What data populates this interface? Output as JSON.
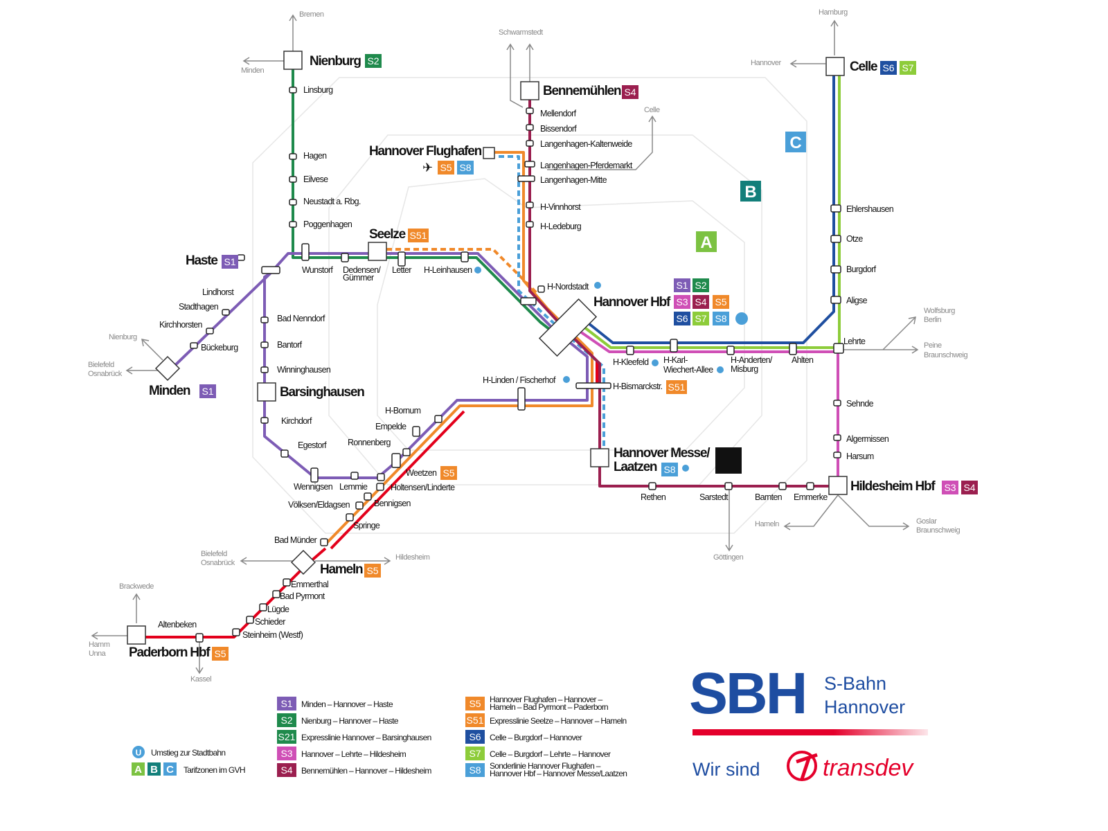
{
  "colors": {
    "S1": "#7d5cb5",
    "S2": "#1f8a4c",
    "S21": "#1f8a4c",
    "S3": "#cf4fb6",
    "S4": "#9b1f4f",
    "S5": "#f0892a",
    "S51": "#f0892a",
    "S6": "#1f4fa0",
    "S7": "#8dcc3a",
    "S8": "#4a9fd8",
    "zoneA": "#7cc242",
    "zoneB": "#137f7a",
    "zoneC": "#4a9fd8",
    "brand_blue": "#1e4da1",
    "brand_red": "#e4002b"
  },
  "zones": {
    "A": "A",
    "B": "B",
    "C": "C"
  },
  "stations": {
    "nienburg": "Nienburg",
    "linsburg": "Linsburg",
    "hagen": "Hagen",
    "eilvese": "Eilvese",
    "neustadt": "Neustadt a. Rbg.",
    "poggenhagen": "Poggenhagen",
    "haste": "Haste",
    "lindhorst": "Lindhorst",
    "stadthagen": "Stadthagen",
    "kirchhorsten": "Kirchhorsten",
    "bueckeburg": "Bückeburg",
    "minden": "Minden",
    "bad_nenndorf": "Bad Nenndorf",
    "bantorf": "Bantorf",
    "winninghausen": "Winninghausen",
    "barsinghausen": "Barsinghausen",
    "kirchdorf": "Kirchdorf",
    "egestorf": "Egestorf",
    "wennigsen": "Wennigsen",
    "lemmie": "Lemmie",
    "weetzen": "Weetzen",
    "holtensen": "Holtensen/Linderte",
    "voelksen": "Völksen/Eldagsen",
    "bennigsen": "Bennigsen",
    "springe": "Springe",
    "bad_muender": "Bad Münder",
    "hameln": "Hameln",
    "emmerthal": "Emmerthal",
    "bad_pyrmont": "Bad Pyrmont",
    "luegde": "Lügde",
    "schieder": "Schieder",
    "steinheim": "Steinheim (Westf)",
    "altenbeken": "Altenbeken",
    "paderborn": "Paderborn Hbf",
    "h_bornum": "H-Bornum",
    "empelde": "Empelde",
    "ronnenberg": "Ronnenberg",
    "wunstorf": "Wunstorf",
    "dedensen1": "Dedensen/",
    "dedensen2": "Gümmer",
    "letter": "Letter",
    "h_leinhausen": "H-Leinhausen",
    "seelze": "Seelze",
    "flughafen": "Hannover Flughafen",
    "bennemuehlen": "Bennemühlen",
    "mellendorf": "Mellendorf",
    "bissendorf": "Bissendorf",
    "kaltenweide": "Langenhagen-Kaltenweide",
    "pferdemarkt": "Langenhagen-Pferdemarkt",
    "lh_mitte": "Langenhagen-Mitte",
    "vinnhorst": "H-Vinnhorst",
    "ledeburg": "H-Ledeburg",
    "nordstadt": "H-Nordstadt",
    "hbf": "Hannover Hbf",
    "h_linden": "H-Linden / Fischerhof",
    "h_bismarck": "H-Bismarckstr.",
    "h_kleefeld": "H-Kleefeld",
    "karl1": "H-Karl-",
    "karl2": "Wiechert-Allee",
    "anderten1": "H-Anderten/",
    "anderten2": "Misburg",
    "ahlten": "Ahlten",
    "lehrte": "Lehrte",
    "aligse": "Aligse",
    "burgdorf": "Burgdorf",
    "otze": "Otze",
    "ehlershausen": "Ehlershausen",
    "celle": "Celle",
    "sehnde": "Sehnde",
    "algermissen": "Algermissen",
    "harsum": "Harsum",
    "hildesheim": "Hildesheim Hbf",
    "emmerke": "Emmerke",
    "barnten": "Barnten",
    "sarstedt": "Sarstedt",
    "rethen": "Rethen",
    "messe1": "Hannover Messe/",
    "messe2": "Laatzen"
  },
  "directions": {
    "bremen": "Bremen",
    "minden": "Minden",
    "schwarmstedt": "Schwarmstedt",
    "celle": "Celle",
    "hamburg": "Hamburg",
    "hannover": "Hannover",
    "wolfsburg1": "Wolfsburg",
    "wolfsburg2": "Berlin",
    "peine1": "Peine",
    "peine2": "Braunschweig",
    "goslar1": "Goslar",
    "goslar2": "Braunschweig",
    "hameln": "Hameln",
    "goettingen": "Göttingen",
    "hildesheim": "Hildesheim",
    "bielefeld_a1": "Bielefeld",
    "bielefeld_a2": "Osnabrück",
    "brackwede": "Brackwede",
    "hamm1": "Hamm",
    "hamm2": "Unna",
    "kassel": "Kassel",
    "nienburg": "Nienburg",
    "bielefeld_b1": "Bielefeld",
    "bielefeld_b2": "Osnabrück"
  },
  "legend": {
    "lines": [
      {
        "id": "S1",
        "text": "Minden – Hannover – Haste"
      },
      {
        "id": "S2",
        "text": "Nienburg – Hannover – Haste"
      },
      {
        "id": "S21",
        "text": "Expresslinie Hannover – Barsinghausen"
      },
      {
        "id": "S3",
        "text": "Hannover – Lehrte – Hildesheim"
      },
      {
        "id": "S4",
        "text": "Bennemühlen – Hannover – Hildesheim"
      },
      {
        "id": "S5",
        "text": "Hannover Flughafen – Hannover –",
        "text2": "Hameln – Bad Pyrmont – Paderborn"
      },
      {
        "id": "S51",
        "text": "Expresslinie Seelze – Hannover – Hameln"
      },
      {
        "id": "S6",
        "text": "Celle – Burgdorf – Hannover"
      },
      {
        "id": "S7",
        "text": "Celle – Burgdorf – Lehrte – Hannover"
      },
      {
        "id": "S8",
        "text": "Sonderlinie Hannover Flughafen –",
        "text2": "Hannover Hbf – Hannover Messe/Laatzen"
      }
    ],
    "ubahn": "Umstieg zur Stadtbahn",
    "zones": "Tarifzonen im GVH"
  },
  "logo": {
    "sbh": "SBH",
    "line1": "S-Bahn",
    "line2": "Hannover",
    "wir_sind": "Wir sind",
    "transdev": "transdev"
  }
}
